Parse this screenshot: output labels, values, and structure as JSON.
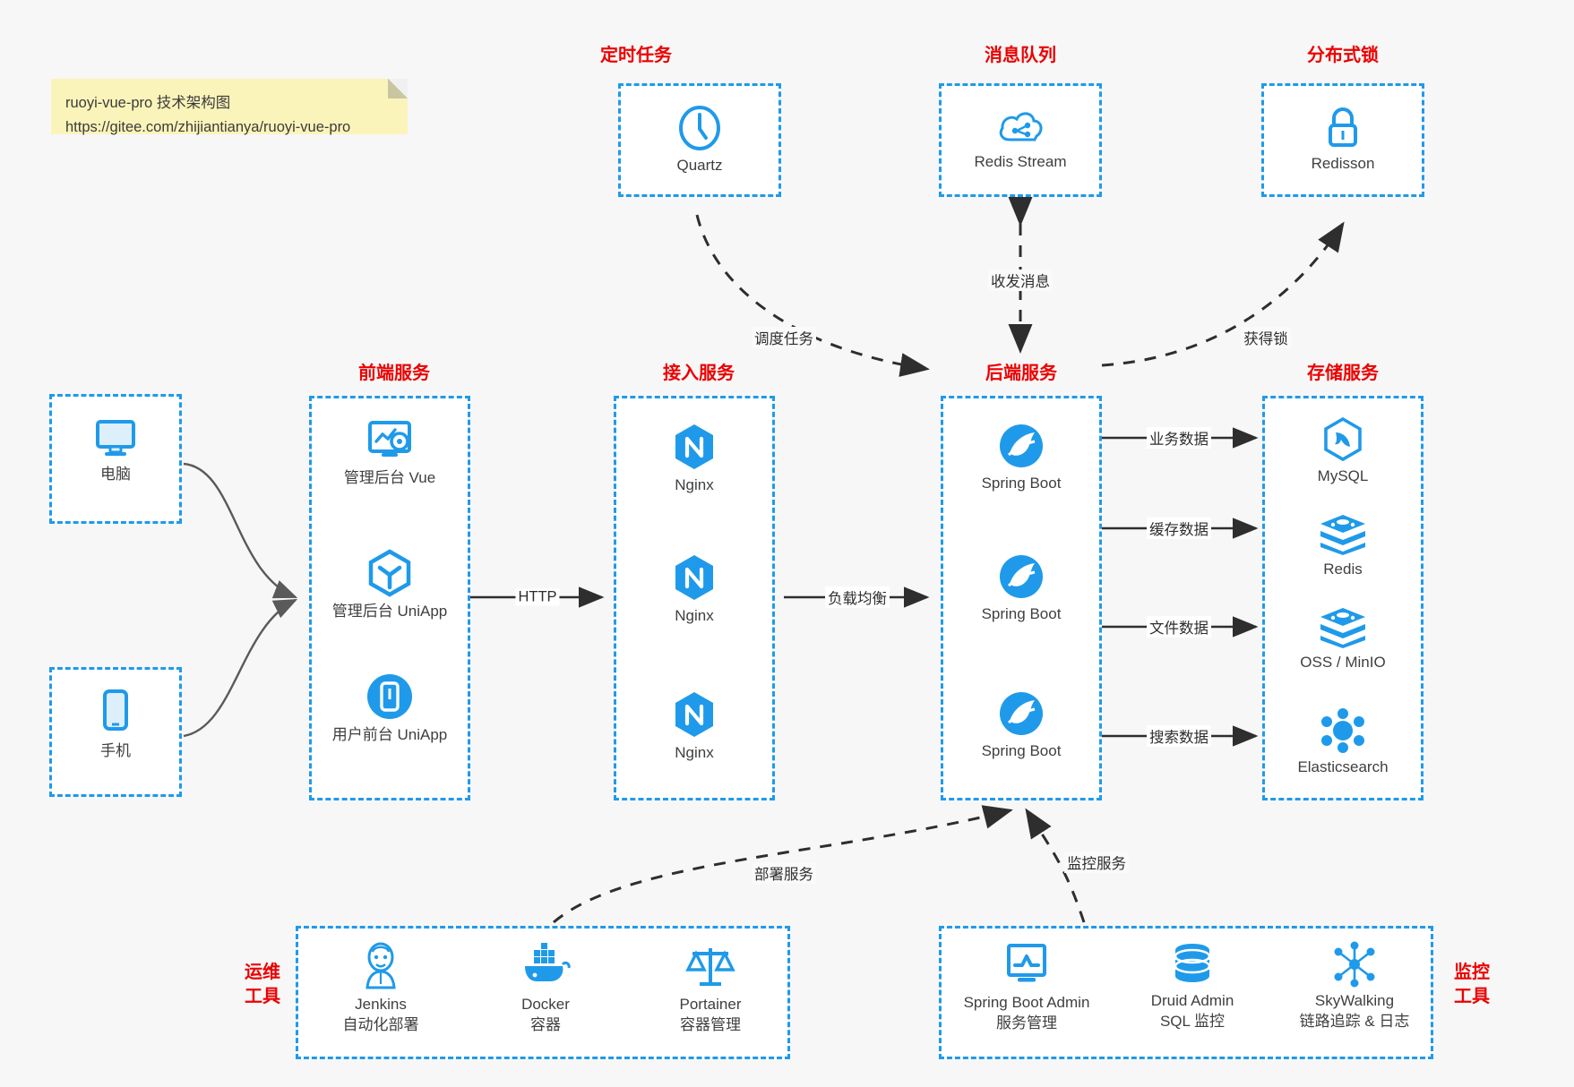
{
  "note": {
    "line1": "ruoyi-vue-pro 技术架构图",
    "line2": "https://gitee.com/zhijiantianya/ruoyi-vue-pro"
  },
  "colors": {
    "box_border": "#1f9aea",
    "group_label": "#ec0000",
    "icon_blue": "#1f9aea",
    "caption": "#3f3f3f",
    "edge": "#2e2e2e",
    "background": "#f7f7f7",
    "note_bg": "#fbf4ba"
  },
  "groups": {
    "scheduler": {
      "label": "定时任务",
      "nodes": [
        {
          "name": "Quartz",
          "icon": "clock-icon"
        }
      ]
    },
    "mq": {
      "label": "消息队列",
      "nodes": [
        {
          "name": "Redis Stream",
          "icon": "cloud-stream-icon"
        }
      ]
    },
    "lock": {
      "label": "分布式锁",
      "nodes": [
        {
          "name": "Redisson",
          "icon": "padlock-icon"
        }
      ]
    },
    "devices": {
      "nodes": [
        {
          "name": "电脑",
          "icon": "desktop-icon"
        },
        {
          "name": "手机",
          "icon": "phone-icon"
        }
      ]
    },
    "frontend": {
      "label": "前端服务",
      "nodes": [
        {
          "name": "管理后台 Vue",
          "icon": "dashboard-gear-icon"
        },
        {
          "name": "管理后台 UniApp",
          "icon": "hexagon-cube-icon"
        },
        {
          "name": "用户前台 UniApp",
          "icon": "mobile-app-icon"
        }
      ]
    },
    "gateway": {
      "label": "接入服务",
      "nodes": [
        {
          "name": "Nginx",
          "icon": "nginx-icon"
        },
        {
          "name": "Nginx",
          "icon": "nginx-icon"
        },
        {
          "name": "Nginx",
          "icon": "nginx-icon"
        }
      ]
    },
    "backend": {
      "label": "后端服务",
      "nodes": [
        {
          "name": "Spring Boot",
          "icon": "spring-leaf-icon"
        },
        {
          "name": "Spring Boot",
          "icon": "spring-leaf-icon"
        },
        {
          "name": "Spring Boot",
          "icon": "spring-leaf-icon"
        }
      ]
    },
    "storage": {
      "label": "存储服务",
      "nodes": [
        {
          "name": "MySQL",
          "icon": "mysql-dolphin-icon"
        },
        {
          "name": "Redis",
          "icon": "redis-stack-icon"
        },
        {
          "name": "OSS / MinIO",
          "icon": "oss-stack-icon"
        },
        {
          "name": "Elasticsearch",
          "icon": "elasticsearch-icon"
        }
      ]
    },
    "ops": {
      "label_line1": "运维",
      "label_line2": "工具",
      "nodes": [
        {
          "name": "Jenkins",
          "desc": "自动化部署",
          "icon": "jenkins-butler-icon"
        },
        {
          "name": "Docker",
          "desc": "容器",
          "icon": "docker-whale-icon"
        },
        {
          "name": "Portainer",
          "desc": "容器管理",
          "icon": "portainer-scale-icon"
        }
      ]
    },
    "monitor": {
      "label_line1": "监控",
      "label_line2": "工具",
      "nodes": [
        {
          "name": "Spring Boot Admin",
          "desc": "服务管理",
          "icon": "monitor-chart-icon"
        },
        {
          "name": "Druid Admin",
          "desc": "SQL 监控",
          "icon": "database-stack-icon"
        },
        {
          "name": "SkyWalking",
          "desc": "链路追踪 & 日志",
          "icon": "skywalking-node-icon"
        }
      ]
    }
  },
  "edges": [
    {
      "label": "调度任务",
      "from": "Quartz",
      "to": "后端服务"
    },
    {
      "label": "收发消息",
      "from": "Redis Stream",
      "to": "后端服务"
    },
    {
      "label": "获得锁",
      "from": "后端服务",
      "to": "Redisson"
    },
    {
      "label": "HTTP",
      "from": "前端服务",
      "to": "接入服务"
    },
    {
      "label": "负载均衡",
      "from": "接入服务",
      "to": "后端服务"
    },
    {
      "label": "业务数据",
      "from": "后端服务",
      "to": "MySQL"
    },
    {
      "label": "缓存数据",
      "from": "后端服务",
      "to": "Redis"
    },
    {
      "label": "文件数据",
      "from": "后端服务",
      "to": "OSS / MinIO"
    },
    {
      "label": "搜索数据",
      "from": "后端服务",
      "to": "Elasticsearch"
    },
    {
      "label": "部署服务",
      "from": "运维工具",
      "to": "后端服务"
    },
    {
      "label": "监控服务",
      "from": "监控工具",
      "to": "后端服务"
    }
  ]
}
